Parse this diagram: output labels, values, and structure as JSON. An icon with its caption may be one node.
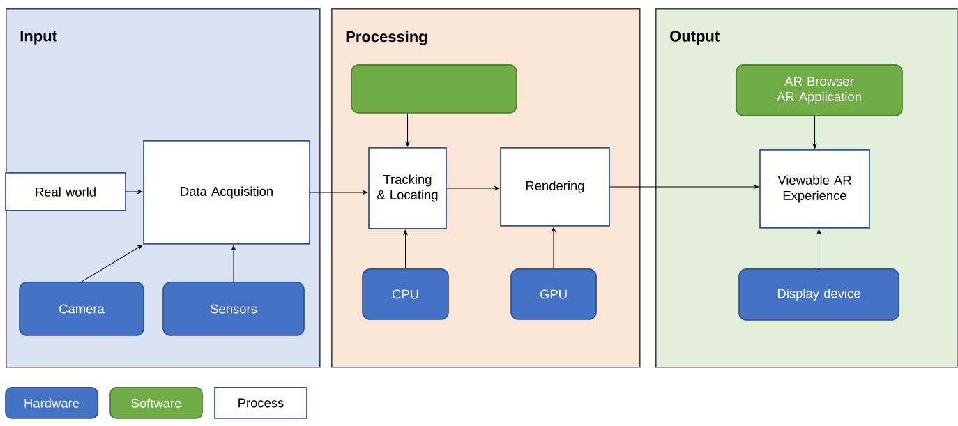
{
  "diagram": {
    "nodes": [
      {
        "text": [
          "Input"
        ]
      },
      {
        "text": [
          "Processing"
        ]
      },
      {
        "text": [
          "Output"
        ]
      },
      {
        "text": [
          "Real world"
        ],
        "in": 0
      },
      {
        "text": [
          "Data Acquisition"
        ],
        "in": 0
      },
      {
        "text": [
          "Camera"
        ],
        "in": 0
      },
      {
        "text": [
          "Sensors"
        ],
        "in": 0
      },
      {
        "text": [],
        "shape": "box",
        "in": 1
      },
      {
        "text": [
          "Tracking & Locating"
        ],
        "in": 1
      },
      {
        "text": [
          "Rendering"
        ],
        "in": 1
      },
      {
        "text": [
          "CPU"
        ],
        "in": 1
      },
      {
        "text": [
          "GPU"
        ],
        "in": 1
      },
      {
        "text": [
          "AR Browser",
          "AR Application"
        ],
        "in": 2
      },
      {
        "text": [
          "Viewable AR Experience"
        ],
        "in": 2
      },
      {
        "text": [
          "Display device"
        ],
        "in": 2
      }
    ],
    "edges": [
      {
        "from": 3,
        "to": 4,
        "arrow": "to"
      },
      {
        "from": 5,
        "to": 4,
        "arrow": "to"
      },
      {
        "from": 6,
        "to": 4,
        "arrow": "to"
      },
      {
        "from": 4,
        "to": 8,
        "arrow": "to"
      },
      {
        "from": 7,
        "to": 8,
        "arrow": "to"
      },
      {
        "from": 10,
        "to": 8,
        "arrow": "to"
      },
      {
        "from": 8,
        "to": 9,
        "arrow": "to"
      },
      {
        "from": 11,
        "to": 9,
        "arrow": "to"
      },
      {
        "from": 9,
        "to": 13,
        "arrow": "to"
      },
      {
        "from": 12,
        "to": 13,
        "arrow": "to"
      },
      {
        "from": 14,
        "to": 13,
        "arrow": "to"
      }
    ],
    "legend": [
      {
        "text": "Hardware",
        "color": "#4472c4"
      },
      {
        "text": "Software",
        "color": "#70ad47"
      },
      {
        "text": "Process"
      }
    ]
  }
}
